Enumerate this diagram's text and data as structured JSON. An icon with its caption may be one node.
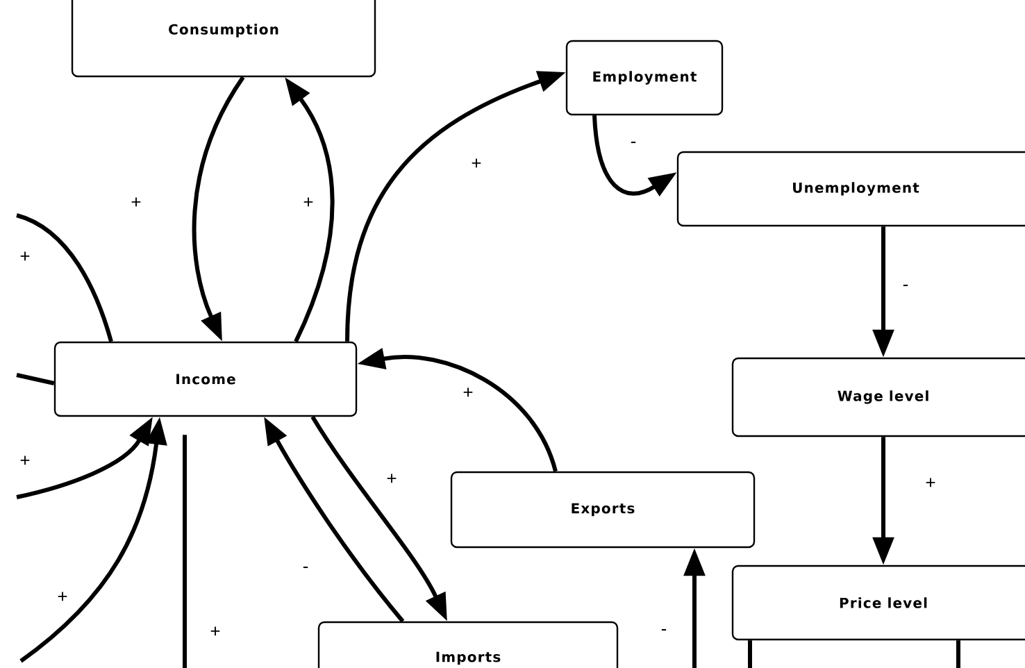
{
  "diagram": {
    "nodes": [
      {
        "text": [
          "Consumption"
        ]
      },
      {
        "text": [
          "Employment"
        ]
      },
      {
        "text": [
          "Unemployment"
        ]
      },
      {
        "text": [
          "Income"
        ]
      },
      {
        "text": [
          "Wage level"
        ]
      },
      {
        "text": [
          "Exports"
        ]
      },
      {
        "text": [
          "Price level"
        ]
      },
      {
        "text": [
          "Imports"
        ]
      }
    ],
    "edges": [
      {
        "from": 0,
        "to": 3,
        "arrow": "to",
        "label": "+"
      },
      {
        "from": 3,
        "to": 0,
        "arrow": "to",
        "label": "+"
      },
      {
        "from": 3,
        "to": 1,
        "arrow": "to",
        "label": "+"
      },
      {
        "from": 1,
        "to": 2,
        "arrow": "to",
        "label": "-"
      },
      {
        "from": 2,
        "to": 4,
        "arrow": "to",
        "label": "-"
      },
      {
        "from": 4,
        "to": 6,
        "arrow": "to",
        "label": "+"
      },
      {
        "from": 5,
        "to": 3,
        "arrow": "to",
        "label": "+"
      },
      {
        "from": 3,
        "to": 7,
        "arrow": "to",
        "label": "+"
      },
      {
        "from": 7,
        "to": 3,
        "arrow": "to",
        "label": "-"
      },
      {
        "from": null,
        "to": 3,
        "arrow": "none",
        "label": "+"
      },
      {
        "from": null,
        "to": 3,
        "arrow": "none"
      },
      {
        "from": null,
        "to": 3,
        "arrow": "to",
        "label": "+"
      },
      {
        "from": null,
        "to": 3,
        "arrow": "to",
        "label": "+"
      },
      {
        "from": 3,
        "to": null,
        "arrow": "none",
        "label": "+"
      },
      {
        "from": null,
        "to": 5,
        "arrow": "to",
        "label": "-"
      },
      {
        "from": 6,
        "to": null,
        "arrow": "none"
      },
      {
        "from": 6,
        "to": null,
        "arrow": "none"
      }
    ]
  }
}
